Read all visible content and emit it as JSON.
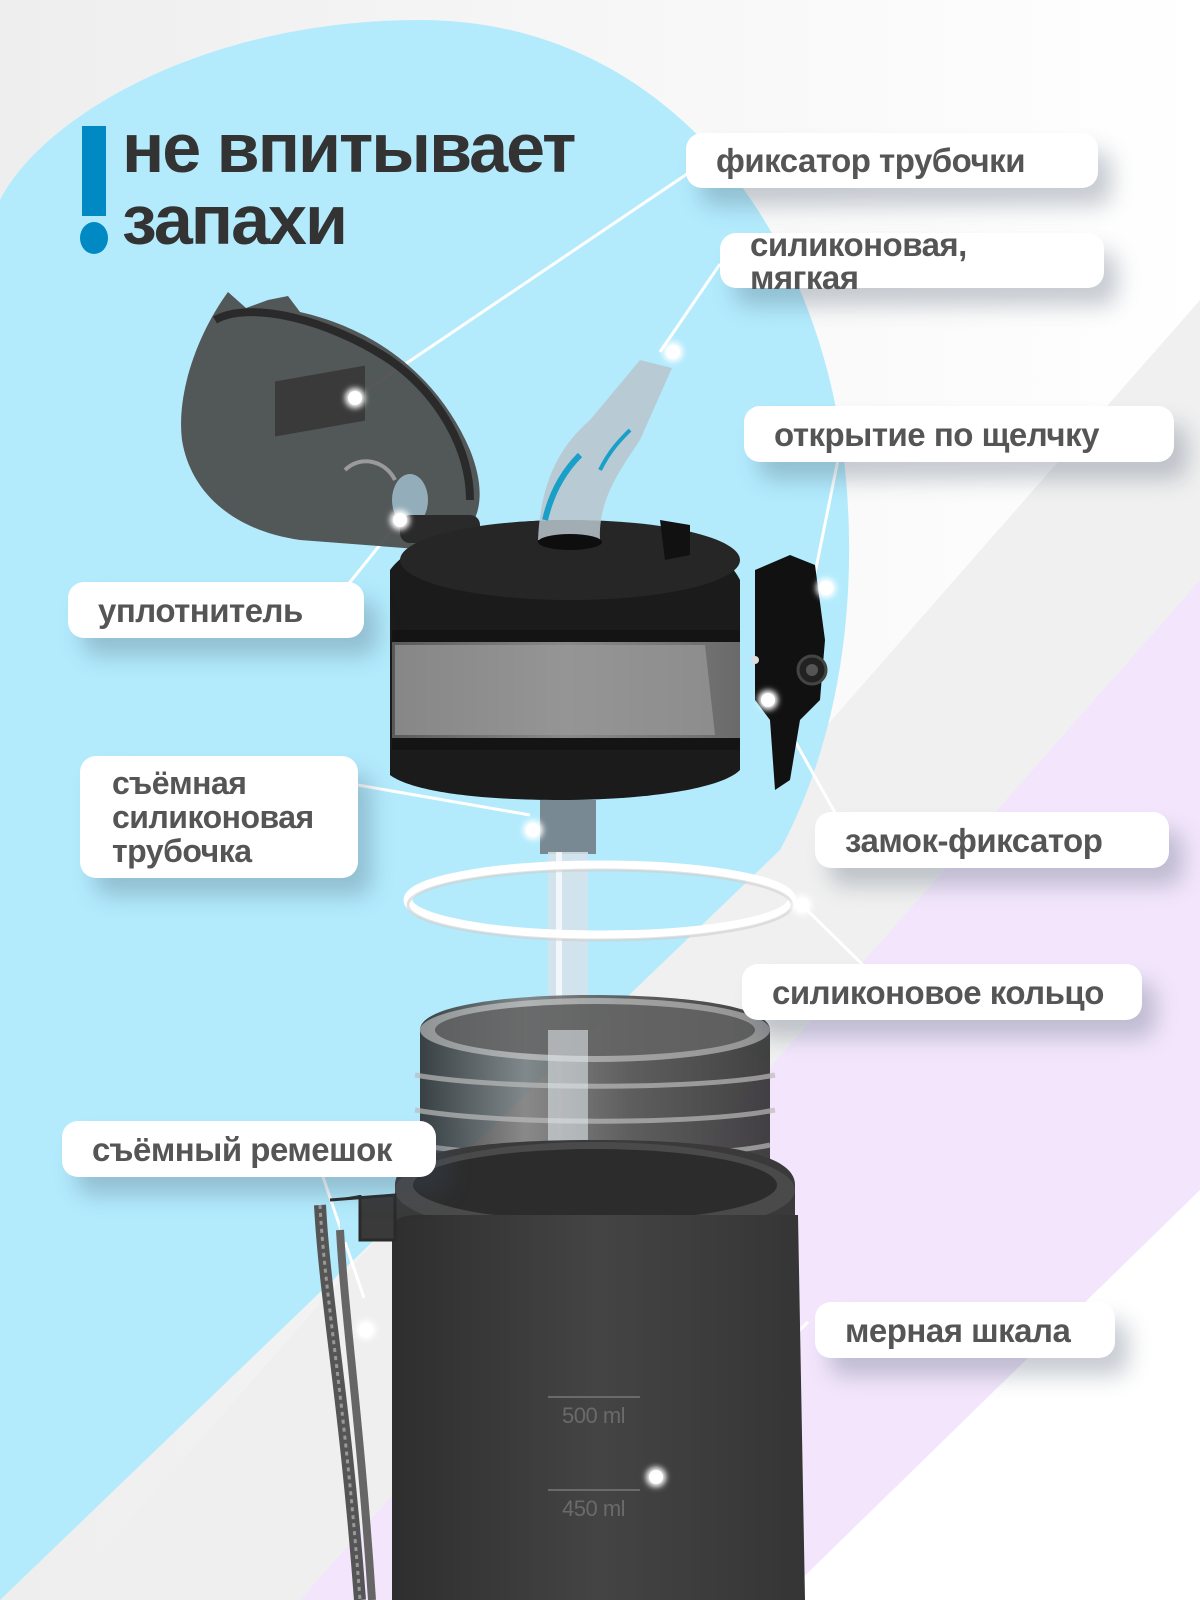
{
  "headline": {
    "mark": "!",
    "line1": "не впитывает",
    "line2": "запахи"
  },
  "callouts": [
    {
      "id": "straw-clip",
      "label": "фиксатор трубочки"
    },
    {
      "id": "silicone-soft",
      "label": "силиконовая, мягкая"
    },
    {
      "id": "click-open",
      "label": "открытие по щелчку"
    },
    {
      "id": "seal",
      "label": "уплотнитель"
    },
    {
      "id": "removable-straw",
      "lines": [
        "съёмная",
        "силиконовая",
        "трубочка"
      ]
    },
    {
      "id": "lock",
      "label": "замок-фиксатор"
    },
    {
      "id": "silicone-ring",
      "label": "силиконовое кольцо"
    },
    {
      "id": "strap",
      "label": "съёмный ремешок"
    },
    {
      "id": "scale",
      "label": "мерная шкала"
    }
  ],
  "measurement_scale": {
    "marks": [
      "500 ml",
      "450 ml"
    ]
  },
  "colors": {
    "accent_blue": "#0089c2",
    "bg_blue": "#b3ebfd",
    "bg_lavender": "#f3e6fc",
    "text_dark": "#333333",
    "callout_text": "#555555",
    "bottle_body": "#3c3c3c"
  }
}
